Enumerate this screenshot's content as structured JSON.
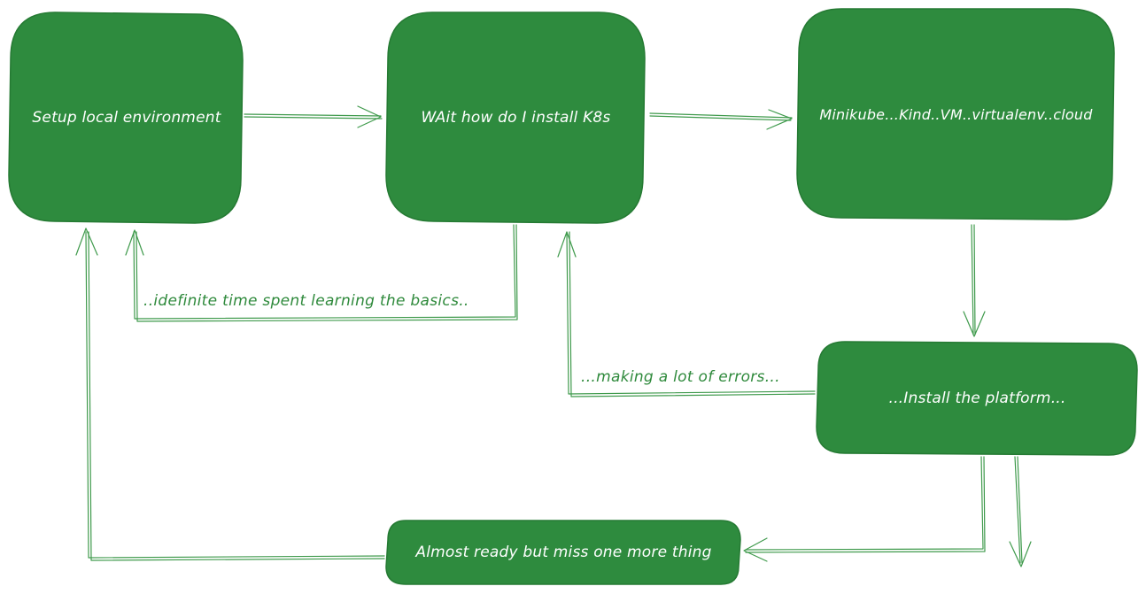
{
  "colors": {
    "node_fill": "#2e8b3e",
    "node_stroke": "#257a33",
    "arrow": "#3f9a4c",
    "label_text": "#2f8a3c",
    "node_text": "#ffffff"
  },
  "nodes": {
    "setup": {
      "label": "Setup local environment"
    },
    "install_k8s": {
      "label": "WAit how do I install K8s"
    },
    "options": {
      "label": "Minikube...Kind..VM..virtualenv..cloud"
    },
    "install_platform": {
      "label": "...Install the platform..."
    },
    "almost_ready": {
      "label": "Almost ready but miss one more thing"
    }
  },
  "edges": {
    "learning": {
      "label": "..idefinite time spent learning the basics.."
    },
    "errors": {
      "label": "...making a lot of errors..."
    }
  }
}
